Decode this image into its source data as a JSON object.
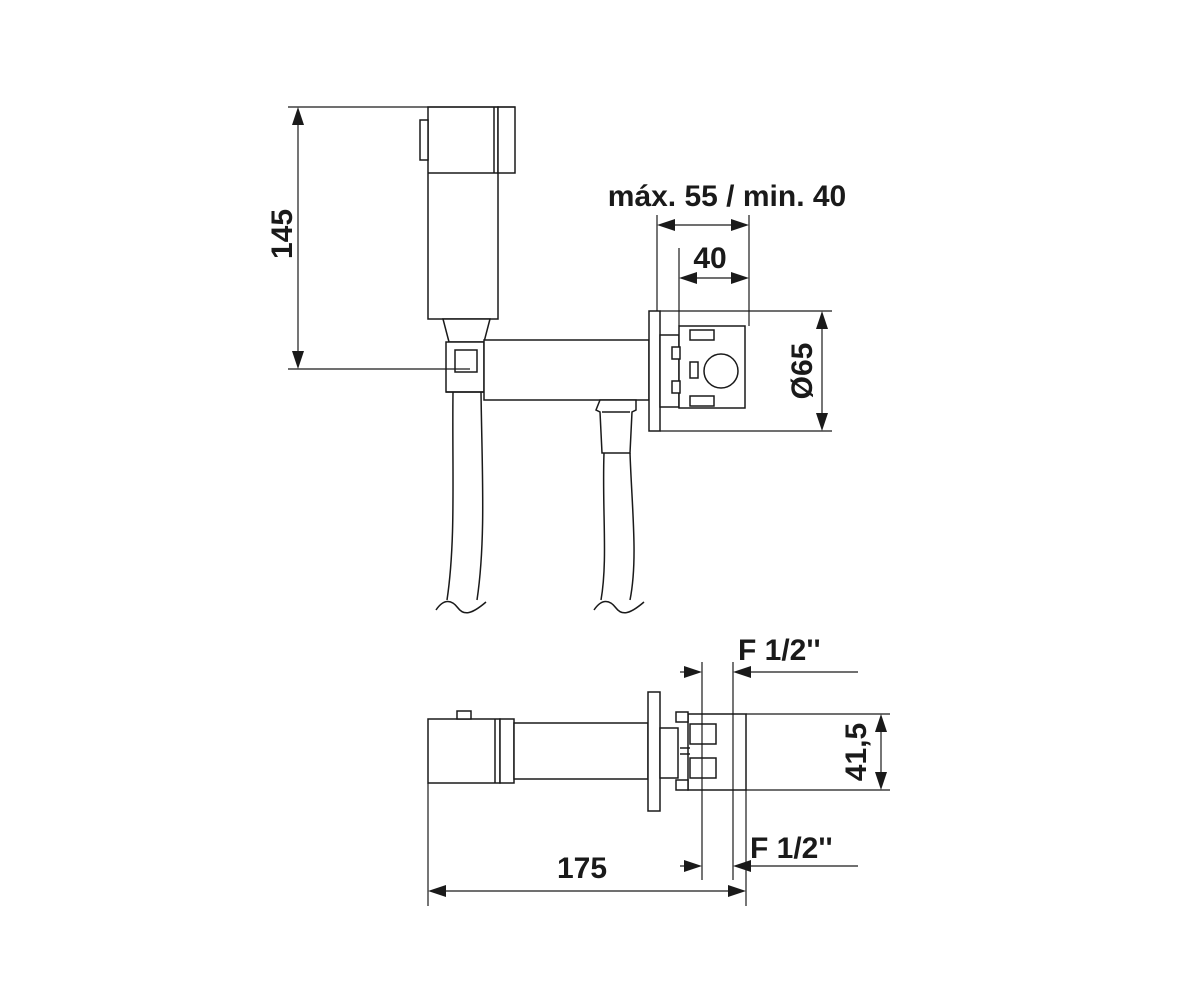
{
  "labels": {
    "height_145": "145",
    "wall_range": "máx. 55 / min. 40",
    "depth_40": "40",
    "diameter_65": "Ø65",
    "thread_top": "F 1/2''",
    "height_41_5": "41,5",
    "thread_bottom": "F 1/2''",
    "length_175": "175"
  }
}
